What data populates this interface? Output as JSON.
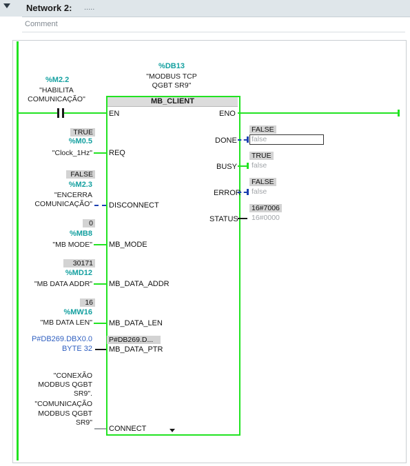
{
  "network": {
    "title": "Network 2:",
    "title_suffix": ".....",
    "comment_placeholder": "Comment"
  },
  "contact": {
    "address": "%M2.2",
    "tag_line1": "\"HABILITA",
    "tag_line2": "COMUNICAÇÃO\""
  },
  "instance": {
    "db": "%DB13",
    "name_line1": "\"MODBUS TCP",
    "name_line2": "QGBT SR9\""
  },
  "block": {
    "name": "MB_CLIENT",
    "pins": {
      "en": "EN",
      "eno": "ENO",
      "req": "REQ",
      "disconnect": "DISCONNECT",
      "mb_mode": "MB_MODE",
      "mb_data_addr": "MB_DATA_ADDR",
      "mb_data_len": "MB_DATA_LEN",
      "mb_data_ptr": "MB_DATA_PTR",
      "connect": "CONNECT",
      "done": "DONE",
      "busy": "BUSY",
      "error": "ERROR",
      "status": "STATUS"
    },
    "ptr_value": "P#DB269.D..."
  },
  "inputs": {
    "req": {
      "value": "TRUE",
      "address": "%M0.5",
      "tag": "\"Clock_1Hz\""
    },
    "disconnect": {
      "value": "FALSE",
      "address": "%M2.3",
      "tag_line1": "\"ENCERRA",
      "tag_line2": "COMUNICAÇÃO\""
    },
    "mb_mode": {
      "value": "0",
      "address": "%MB8",
      "tag": "\"MB MODE\""
    },
    "mb_data_addr": {
      "value": "30171",
      "address": "%MD12",
      "tag": "\"MB DATA ADDR\""
    },
    "mb_data_len": {
      "value": "16",
      "address": "%MW16",
      "tag": "\"MB DATA LEN\""
    },
    "mb_data_ptr": {
      "line1": "P#DB269.DBX0.0",
      "line2": "BYTE 32"
    },
    "connect": {
      "line1": "\"CONEXÃO",
      "line2": "MODBUS QGBT",
      "line3": "SR9\".",
      "line4": "\"COMUNICAÇÃO",
      "line5": "MODBUS QGBT",
      "line6": "SR9\""
    }
  },
  "outputs": {
    "done": {
      "value": "FALSE",
      "connected": "false"
    },
    "busy": {
      "value": "TRUE",
      "connected": "false"
    },
    "error": {
      "value": "FALSE",
      "connected": "false"
    },
    "status": {
      "value": "16#7006",
      "connected": "16#0000"
    }
  },
  "colors": {
    "energized": "#21e321",
    "address": "#14a0a0",
    "pointer": "#2f5fc0",
    "dashed_wire": "#1b3fb0"
  }
}
